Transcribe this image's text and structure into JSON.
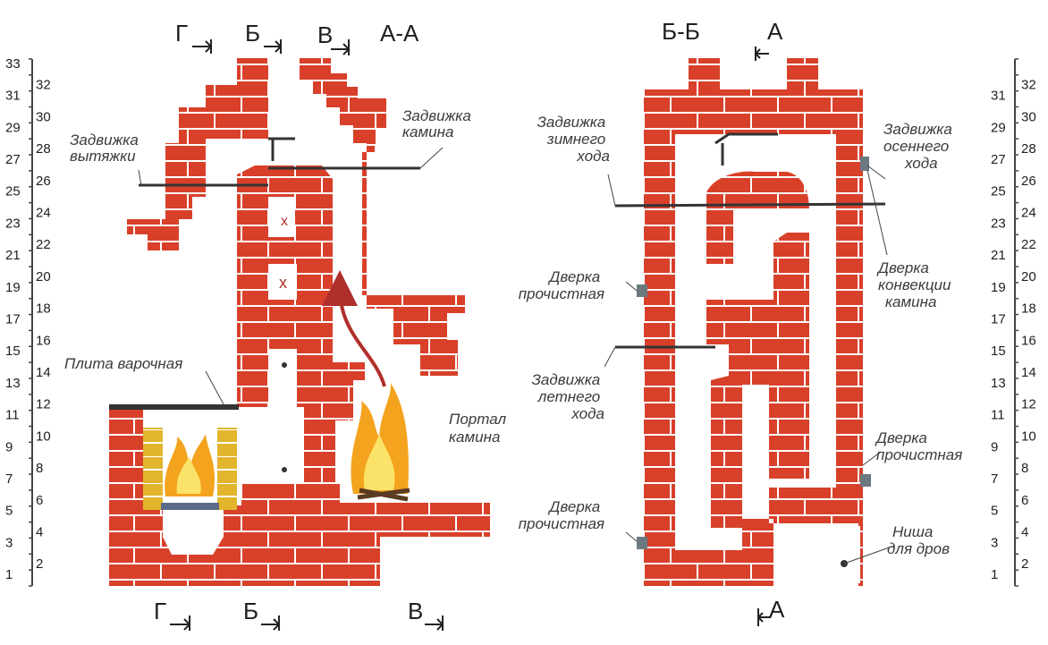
{
  "colors": {
    "brick": "#d8402a",
    "mortar": "#ffffff",
    "yellow_brick": "#e2b52c",
    "flame_outer": "#f4a31e",
    "flame_inner": "#fbe36a",
    "metal": "#333333",
    "arrow": "#b02f2a"
  },
  "scale": {
    "left_odd": [
      "33",
      "31",
      "29",
      "27",
      "25",
      "23",
      "21",
      "19",
      "17",
      "15",
      "13",
      "11",
      "9",
      "7",
      "5",
      "3",
      "1"
    ],
    "left_even": [
      "32",
      "30",
      "28",
      "26",
      "24",
      "22",
      "20",
      "18",
      "16",
      "14",
      "12",
      "10",
      "8",
      "6",
      "4",
      "2"
    ],
    "right_odd": [
      "31",
      "29",
      "27",
      "25",
      "23",
      "21",
      "19",
      "17",
      "15",
      "13",
      "11",
      "9",
      "7",
      "5",
      "3",
      "1"
    ],
    "right_even": [
      "32",
      "30",
      "28",
      "26",
      "24",
      "22",
      "20",
      "18",
      "16",
      "14",
      "12",
      "10",
      "8",
      "6",
      "4",
      "2"
    ]
  },
  "sections": {
    "aa_title": "А-А",
    "bb_title": "Б-Б",
    "cut_g_top": "Г",
    "cut_b_top": "Б",
    "cut_v_top": "В",
    "cut_g_bottom": "Г",
    "cut_b_bottom": "Б",
    "cut_v_bottom": "В",
    "cut_a_top": "А",
    "cut_a_bottom": "А"
  },
  "labels": {
    "exhaust_damper": [
      "Задвижка",
      "вытяжки"
    ],
    "fireplace_damper": [
      "Задвижка",
      "камина"
    ],
    "cooking_plate": "Плита варочная",
    "fireplace_portal": [
      "Портал",
      "камина"
    ],
    "winter_damper": [
      "Задвижка",
      "зимнего",
      "хода"
    ],
    "cleaning_door_1": [
      "Дверка",
      "прочистная"
    ],
    "summer_damper": [
      "Задвижка",
      "летнего",
      "хода"
    ],
    "cleaning_door_2": [
      "Дверка",
      "прочистная"
    ],
    "autumn_damper": [
      "Задвижка",
      "осеннего",
      "хода"
    ],
    "convection_door": [
      "Дверка",
      "конвекции",
      "камина"
    ],
    "cleaning_door_3": [
      "Дверка",
      "прочистная"
    ],
    "wood_niche": [
      "Ниша",
      "для дров"
    ]
  }
}
